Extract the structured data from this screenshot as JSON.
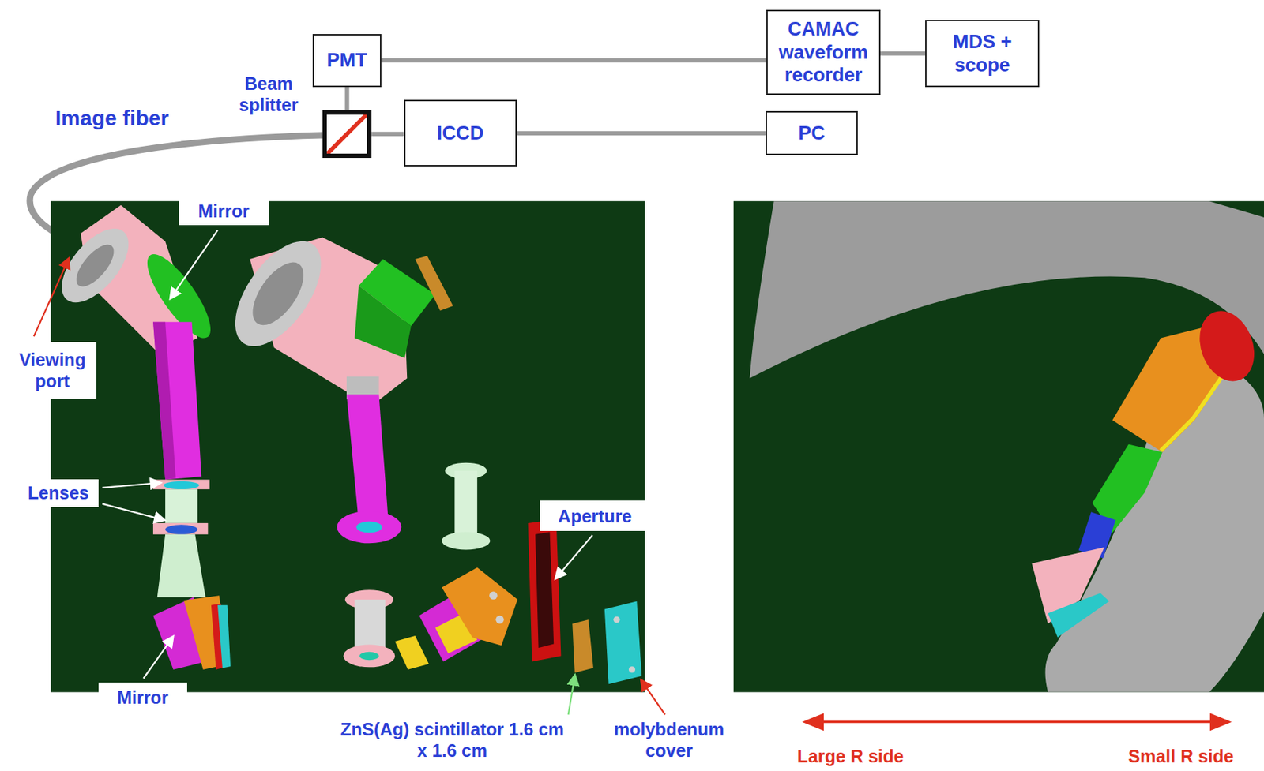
{
  "diagram": {
    "nodes": [
      {
        "text": [
          "PMT"
        ]
      },
      {
        "text": [
          "CAMAC waveform recorder"
        ]
      },
      {
        "text": [
          "MDS + scope"
        ]
      },
      {
        "text": [
          "Beam splitter"
        ]
      },
      {
        "text": [
          "ICCD"
        ]
      },
      {
        "text": [
          "PC"
        ]
      }
    ],
    "edges": [
      {
        "from": 0,
        "to": 1,
        "arrow": "none"
      },
      {
        "from": 1,
        "to": 2,
        "arrow": "none"
      },
      {
        "from": 3,
        "to": 0,
        "arrow": "none"
      },
      {
        "from": 3,
        "to": 4,
        "arrow": "none"
      },
      {
        "from": 4,
        "to": 5,
        "arrow": "none"
      }
    ],
    "labels": [
      "Image fiber",
      "Mirror",
      "Viewing port",
      "Lenses",
      "Aperture",
      "Mirror",
      "ZnS(Ag) scintillator 1.6 cm x 1.6 cm",
      "molybdenum cover",
      "Large R side",
      "Small R side"
    ]
  }
}
